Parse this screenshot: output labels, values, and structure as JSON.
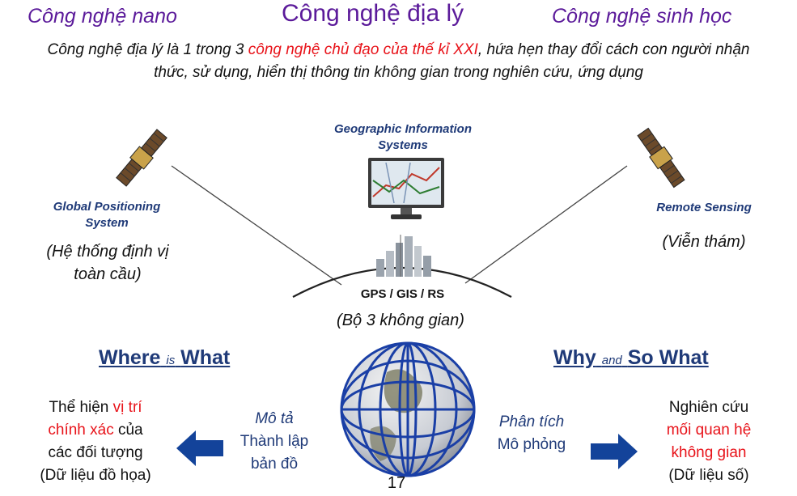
{
  "header": {
    "left": "Công nghệ nano",
    "center": "Công nghệ địa lý",
    "right": "Công nghệ sinh học"
  },
  "intro": {
    "part1": "Công nghệ địa lý là 1 trong 3 ",
    "highlight": "công nghệ chủ đạo của thế kỉ XXI",
    "part2": ", hứa hẹn thay đổi cách con người nhận thức, sử dụng, hiển thị thông tin không gian trong nghiên cứu, ứng dụng"
  },
  "gps": {
    "label_line1": "Global Positioning",
    "label_line2": "System",
    "vn_line1": "(Hệ thống định vị",
    "vn_line2": "toàn cầu)"
  },
  "gis": {
    "label_line1": "Geographic Information",
    "label_line2": "Systems"
  },
  "rs": {
    "label": "Remote Sensing",
    "vn": "(Viễn thám)"
  },
  "trio": {
    "label": "GPS / GIS / RS",
    "vn": "(Bộ 3 không gian)"
  },
  "left_block": {
    "heading_a": "Where",
    "heading_is": "is",
    "heading_b": "What",
    "desc_p1": "Thể hiện ",
    "desc_red1": "vị trí",
    "desc_red2": "chính xác",
    "desc_p2": " của",
    "desc_line3": "các đối tượng",
    "desc_line4": "(Dữ liệu đồ họa)",
    "action_line1": "Mô tả",
    "action_line2": "Thành lập",
    "action_line3": "bản đồ"
  },
  "right_block": {
    "heading_a": "Why",
    "heading_and": "and",
    "heading_b": "So What",
    "action_line1": "Phân tích",
    "action_line2": "Mô phỏng",
    "desc_line1": "Nghiên cứu",
    "desc_red1": "mối quan hệ",
    "desc_red2": "không gian",
    "desc_line4": "(Dữ liệu số)"
  },
  "page_number": "17",
  "colors": {
    "header_purple": "#5b1a9a",
    "navy": "#1f3a78",
    "highlight_red": "#e8131a",
    "arrow_blue": "#13439a"
  }
}
